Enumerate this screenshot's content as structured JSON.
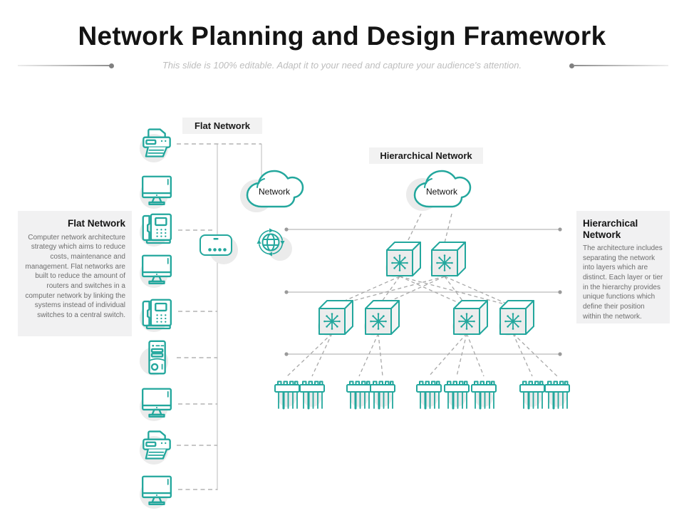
{
  "slide": {
    "title": "Network Planning and Design Framework",
    "subtitle": "This slide is 100% editable. Adapt it to your need and capture your audience's attention."
  },
  "flat_network": {
    "label": "Flat Network",
    "panel_title": "Flat Network",
    "panel_body": "Computer network architecture strategy which aims to reduce costs, maintenance and management. Flat networks are built to reduce the amount of routers and switches in a computer network by linking the systems instead of individual switches to a central switch.",
    "cloud_label": "Network",
    "cloud_icon": "cloud-icon",
    "gateway_icon": "globe-sync-icon",
    "central_switch_icon": "router-box-icon",
    "devices": [
      "printer",
      "monitor",
      "desk-phone",
      "monitor",
      "desk-phone",
      "computer-tower",
      "monitor",
      "printer",
      "monitor"
    ]
  },
  "hierarchical_network": {
    "label": "Hierarchical Network",
    "panel_title": "Hierarchical Network",
    "panel_body": "The architecture includes separating the network into layers which are distinct. Each layer or tier in the hierarchy provides unique functions which define their position within the network.",
    "cloud_label": "Network",
    "cloud_icon": "cloud-icon",
    "core_switch_icon": "switch-cube",
    "core_switch_count": 2,
    "distribution_switch_icon": "switch-cube",
    "distribution_switch_count": 4,
    "access_hub_icon": "hub",
    "access_hub_count": 9,
    "access_hub_groups": [
      2,
      2,
      3,
      2
    ]
  },
  "colors": {
    "accent_teal": "#23a79d",
    "icon_shadow_gray": "#ebebeb",
    "panel_gray": "#f1f1f2",
    "line_gray": "#c6c6c6",
    "dash_gray": "#a3a3a3",
    "subtitle_gray": "#bdbdbd",
    "body_text_gray": "#6e6e6e"
  }
}
